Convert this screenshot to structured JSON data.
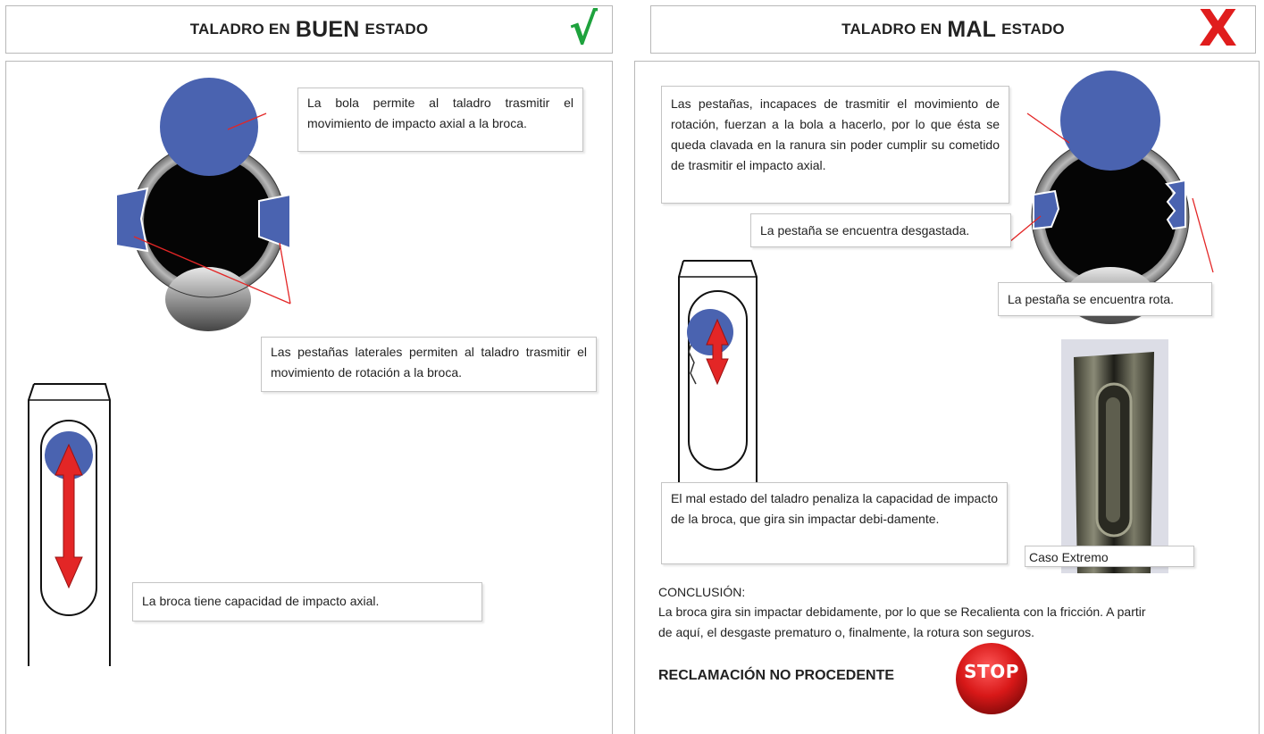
{
  "left_panel": {
    "title_prefix": "TALADRO EN",
    "title_emphasis": "BUEN",
    "title_suffix": "ESTADO",
    "mark": "√",
    "notes": {
      "ball": "La bola permite al taladro trasmitir el movimiento de impacto axial a la broca.",
      "tabs": "Las pestañas laterales permiten al taladro trasmitir el movimiento de rotación a la broca.",
      "axial": "La broca tiene capacidad de impacto axial."
    }
  },
  "right_panel": {
    "title_prefix": "TALADRO EN",
    "title_emphasis": "MAL",
    "title_suffix": "ESTADO",
    "mark": "X",
    "notes": {
      "tabs_fail": "Las pestañas, incapaces de trasmitir el movimiento de rotación, fuerzan a la bola a hacerlo, por lo que ésta se queda clavada en la ranura sin poder cumplir su cometido de trasmitir el impacto axial.",
      "worn": "La pestaña se encuentra desgastada.",
      "broken": "La pestaña se encuentra rota.",
      "penalty": "El mal estado del taladro penaliza la capacidad de impacto de la broca, que gira sin impactar debi-damente.",
      "extreme": "Caso Extremo"
    },
    "conclusion_heading": "CONCLUSIÓN:",
    "conclusion_text": "La broca gira sin impactar debidamente, por lo que se Recalienta con la fricción. A partir de aquí, el desgaste prematuro o, finalmente, la rotura son seguros.",
    "verdict": "RECLAMACIÓN NO PROCEDENTE",
    "stop_sign_text": "STOP"
  },
  "colors": {
    "ok_green": "#1ea23d",
    "bad_red": "#e01d1d",
    "ball_blue": "#4a63b0",
    "arrow_red": "#e32626"
  }
}
